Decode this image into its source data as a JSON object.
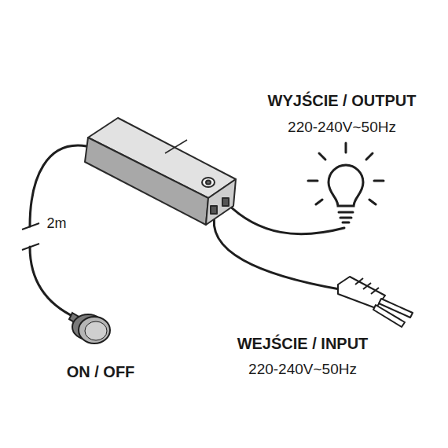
{
  "diagram": {
    "labels": [
      "WYJŚCIE / OUTPUT",
      "220-240V~50Hz",
      "2m",
      "ON / OFF",
      "WEJŚCIE / INPUT",
      "220-240V~50Hz"
    ]
  }
}
